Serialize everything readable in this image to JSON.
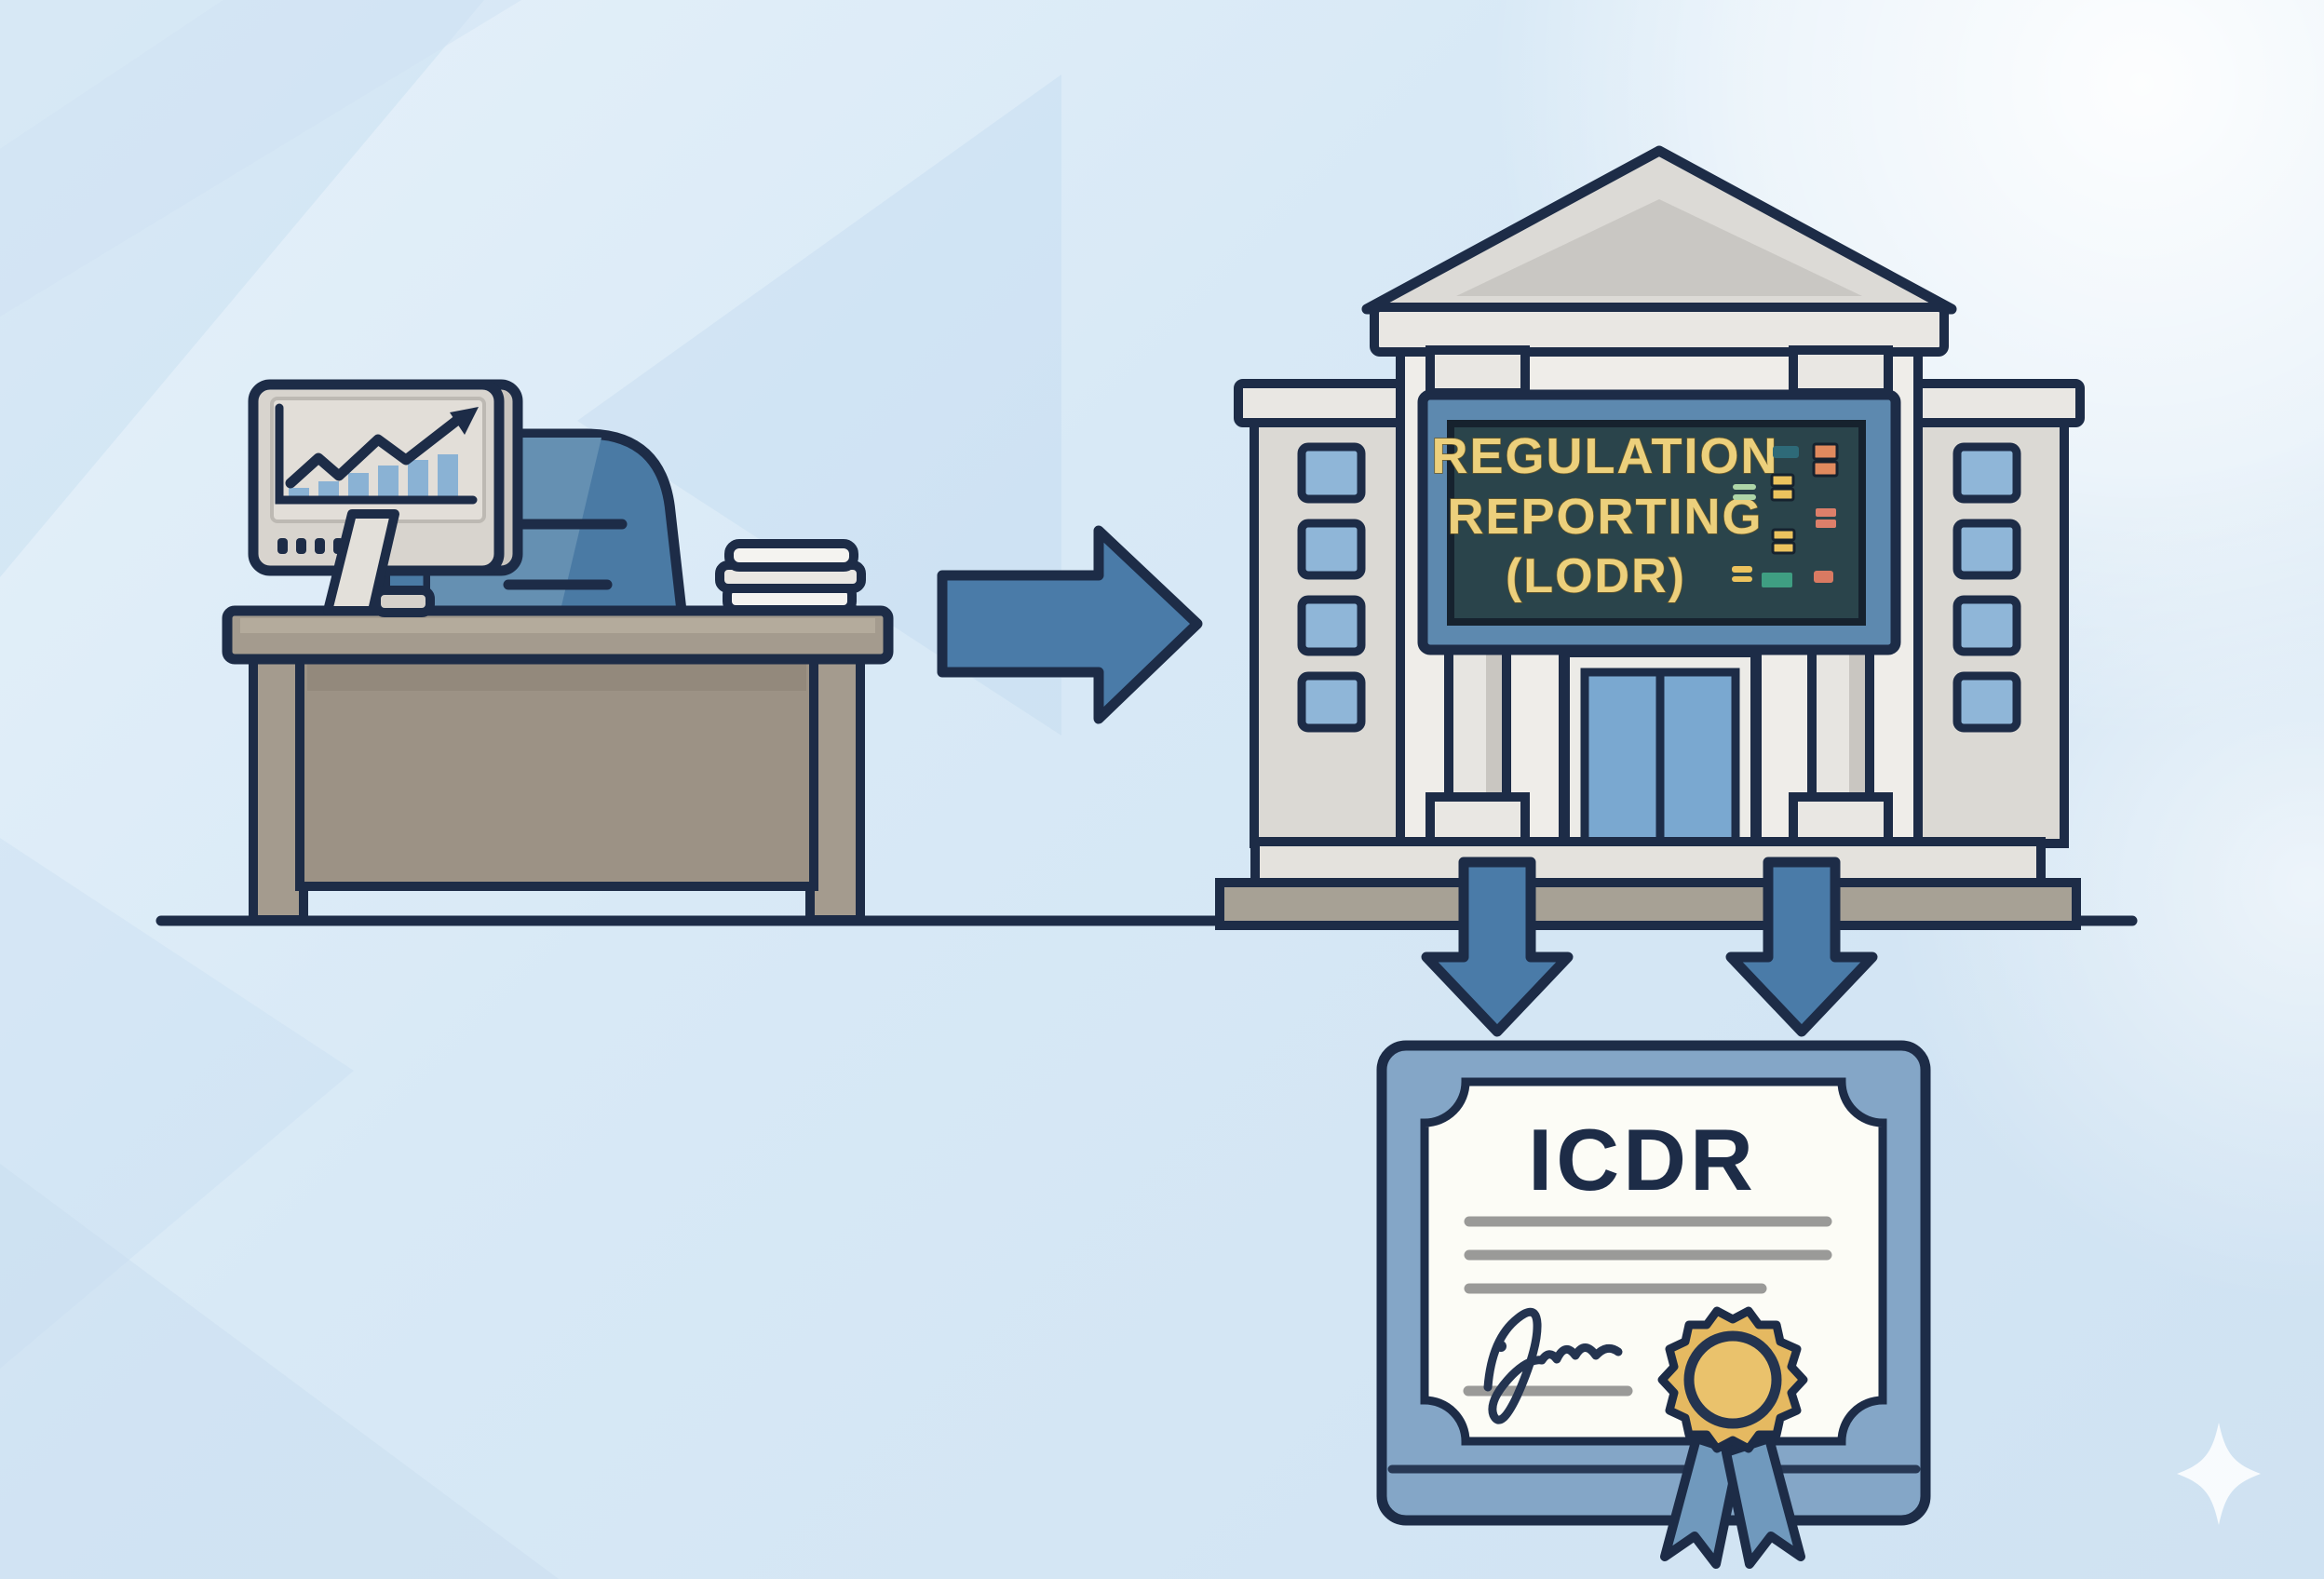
{
  "illustration": {
    "building_sign": {
      "line1": "REGULATION",
      "line2": "REPORTING",
      "line3": "(LODR)"
    },
    "certificate": {
      "title": "ICDR"
    }
  },
  "palette": {
    "background_blue": "#d9e8f5",
    "outline_navy": "#1d2c47",
    "arrow_blue": "#4a7ba8",
    "chair_blue": "#4a7aa4",
    "desk_taupe": "#a49b8e",
    "wall_light_gray": "#efede9",
    "wing_gray": "#dbd9d4",
    "window_blue": "#8fb6d8",
    "door_blue": "#7aa8d0",
    "sign_frame_blue": "#5d89af",
    "sign_panel_teal": "#2a444b",
    "sign_text_yellow": "#ecd07c",
    "certificate_frame_blue": "#84a6c7",
    "paper_white": "#fcfcf6",
    "seal_gold": "#e5b961",
    "ribbon_blue": "#7099bd",
    "step_taupe": "#a7a195",
    "monitor_gray": "#d8d4ce",
    "screen_chart_bar_blue": "#8ab2d4",
    "placeholder_line_gray": "#9a9a98"
  },
  "icons": {
    "sparkle": "four-pointed-star",
    "monitor_chart": "rising-line-chart-with-arrow",
    "flow_arrows": "right-arrow-and-two-down-arrows"
  }
}
